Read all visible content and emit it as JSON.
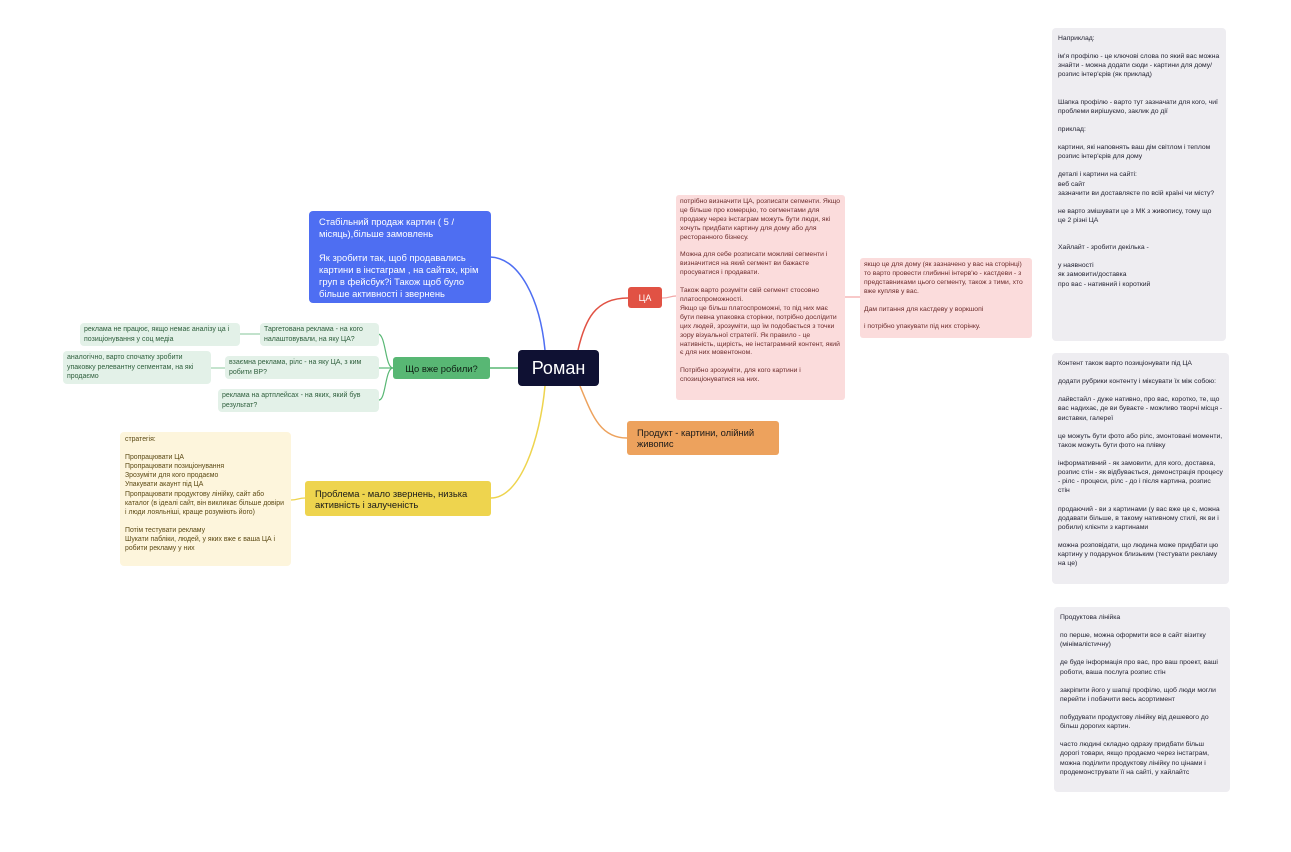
{
  "central": "Роман",
  "goal": "Стабільний продаж картин ( 5 / місяць),більше замовлень\n\nЯк зробити так, щоб продавались картини в інстаграм , на сайтах, крім груп в фейсбук?і Також щоб було більше активності і звернень",
  "branches": {
    "ca": {
      "label": "ЦА",
      "note_main": "потрібно визначити ЦА, розписати сегменти. Якщо це більше про комерцію, то сегментами для продажу через інстаграм можуть бути люди, які хочуть придбати картину для дому або для ресторанного бізнесу.\n\nМожна для себе розписати можливі сегменти і визначитися на який сегмент ви бажаєте просуватися і продавати.\n\nТакож варто розуміти свій сегмент стосовно платоспроможності.\nЯкщо це більш платоспроможні, то під них має бути певна упаковка сторінки, потрібно дослідити цих людей, зрозуміти, що їм подобається з точки зору візуальної стратегії. Як правило - це нативність, щирість, не інстаграмний контент, який є для них мовентоном.\n\nПотрібно зрозуміти, для кого картини і спозиціонуватися на них.",
      "note_side": "якщо це для дому (як зазначено у вас на сторінці) то варто провести глибинні інтерв'ю - кастдеви - з представниками цього сегменту, також з тими, хто вже купляв у вас.\n\nДам питання для кастдеву у воркшопі\n\nі потрібно упакувати під них сторінку."
    },
    "product": {
      "label": "Продукт - картини, олійний живопис"
    },
    "done": {
      "label": "Що вже робили?",
      "items": [
        {
          "label": "Таргетована реклама - на кого налаштовували, на яку ЦА?",
          "note": "реклама не працює, якщо немає аналізу ца і позиціонування у соц медіа"
        },
        {
          "label": "взаємна реклама, рілс - на яку ЦА, з ким робити ВР?",
          "note": "аналогічно, варто спочатку зробити упаковку релевантну сегментам, на які продаємо"
        },
        {
          "label": "реклама на артплейсах - на яких, який був результат?",
          "note": ""
        }
      ]
    },
    "problem": {
      "label": "Проблема - мало звернень, низька активність і залученість",
      "note": "стратегія:\n\nПропрацювати ЦА\nПропрацювати позиціонування\nЗрозуміти для кого продаємо\nУпакувати акаунт під ЦА\nПропрацювати продуктову лінійку, сайт або каталог (в ідеалі сайт, він викликає більше довіри і люди лояльніші, краще розуміють його)\n\nПотім тестувати рекламу\nШукати пабліки, людей, у яких вже є ваша ЦА і робити рекламу у них"
    }
  },
  "side_notes": [
    "Наприклад:\n\nім'я профілю - це ключові слова по який вас можна знайти - можна додати сюди - картини для дому/розпис інтер'єрів (як приклад)\n\n\nШапка профілю - варто тут зазначати для кого, чиї проблеми вирішуємо, заклик до дії\n\nприклад:\n\nкартини, які наповнять ваш дім світлом і теплом\nрозпис інтер'єрів для дому\n\nдеталі і картини на сайті:\nвеб сайт\nзазначити ви доставляєте по всій країні чи місту?\n\nне варто змішувати це з МК з живопису, тому що це 2 різні ЦА\n\n\nХайлайт - зробити декілька -\n\nу наявності\nяк замовити/доставка\nпро вас - нативний і короткий",
    "Контент також варто позиціонувати під ЦА\n\nдодати рубрики контенту і міксувати їх між собою:\n\nлайвстайл - дуже нативно, про вас, коротко, те, що вас надихає, де ви буваєте - можливо творчі місця - виставки, галереї\n\nце можуть бути фото або рілс, змонтовані моменти, також можуть бути фото на плівку\n\nінформативний - як замовити, для кого, доставка, розпис стін - як відбувається, демонстрація процесу - рілс - процеси, рілс - до і після картина, розпис стін\n\nпродаючий - ви з картинами (у вас вже це є, можна додавати більше, в такому нативному стилі, як ви і робили) клієнти з картинами\n\nможна розповідати, що людина може придбати цю картину у подарунок близьким (тестувати рекламу на це)",
    "Продуктова лінійка\n\nпо перше, можна оформити все в сайт візитку (мінімалістичну)\n\nде буде інформація про вас, про ваш проект, ваші роботи, ваша послуга розпис стін\n\nзакріпити його у шапці профілю, щоб люди могли перейти і побачити весь асортимент\n\nпобудувати продуктову лінійку від дешевого до більш дорогих картин.\n\nчасто людині складно одразу придбати більш дорогі товари, якщо продаємо через інстаграм, можна поділити продуктову лінійку по цінами і продемонструвати її на сайті, у хайлайтс"
  ],
  "colors": {
    "central": "#0f1133",
    "goal": "#4e6ef2",
    "ca": "#e15244",
    "product": "#eda25d",
    "done": "#58b774",
    "problem": "#eed44e"
  }
}
